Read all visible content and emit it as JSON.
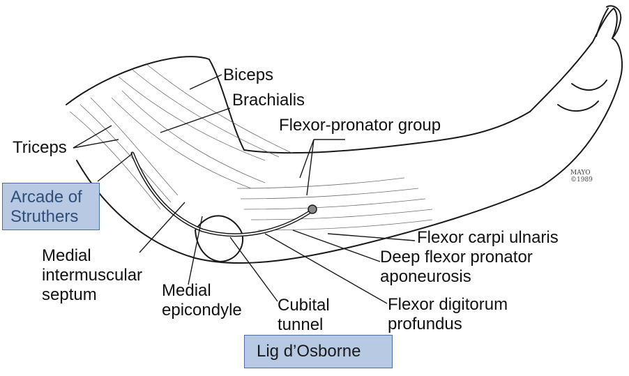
{
  "labels": {
    "biceps": "Biceps",
    "brachialis": "Brachialis",
    "flexor_pronator_group": "Flexor-pronator group",
    "triceps": "Triceps",
    "medial_intermuscular_septum": "Medial\nintermuscular\nseptum",
    "medial_epicondyle": "Medial\nepicondyle",
    "cubital_tunnel": "Cubital\ntunnel",
    "flexor_carpi_ulnaris": "Flexor carpi ulnaris",
    "deep_flexor_pronator_aponeurosis": "Deep flexor pronator\naponeurosis",
    "flexor_digitorum_profundus": "Flexor digitorum\nprofundus"
  },
  "callouts": {
    "arcade_of_struthers": "Arcade of\nStruthers",
    "lig_osborne": "Lig d’Osborne"
  },
  "signature": {
    "mark": "MAYO\n©1989"
  },
  "colors": {
    "callout_fill": "#b7c9e3",
    "callout_border": "#4a6fa0",
    "arcade_text": "#2f4f7a",
    "osborne_text": "#1a1a1a",
    "ink": "#1a1a1a",
    "muscle_fill": "#eaeaea"
  }
}
